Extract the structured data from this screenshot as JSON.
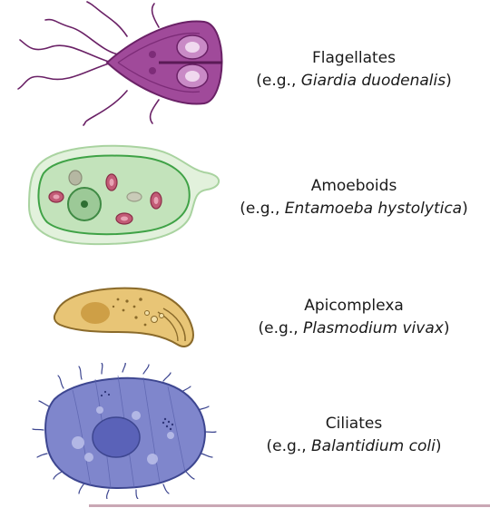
{
  "organisms": [
    {
      "name": "Flagellates",
      "example_prefix": "(e.g., ",
      "example_species": "Giardia duodenalis",
      "example_suffix": ")",
      "colors": {
        "body": "#a04a9a",
        "stroke": "#6a2166",
        "accent": "#d9a8d6"
      }
    },
    {
      "name": "Amoeboids",
      "example_prefix": "(e.g., ",
      "example_species": "Entamoeba hystolytica",
      "example_suffix": ")",
      "colors": {
        "body": "#cfe8c8",
        "stroke": "#3fa246",
        "accent": "#b94f68"
      }
    },
    {
      "name": "Apicomplexa",
      "example_prefix": "(e.g., ",
      "example_species": "Plasmodium vivax",
      "example_suffix": ")",
      "colors": {
        "body": "#e8c576",
        "stroke": "#8a6a2a",
        "accent": "#c9983e"
      }
    },
    {
      "name": "Ciliates",
      "example_prefix": "(e.g., ",
      "example_species": "Balantidium coli",
      "example_suffix": ")",
      "colors": {
        "body": "#7f86cc",
        "stroke": "#3d4690",
        "accent": "#b8bde8"
      }
    }
  ]
}
